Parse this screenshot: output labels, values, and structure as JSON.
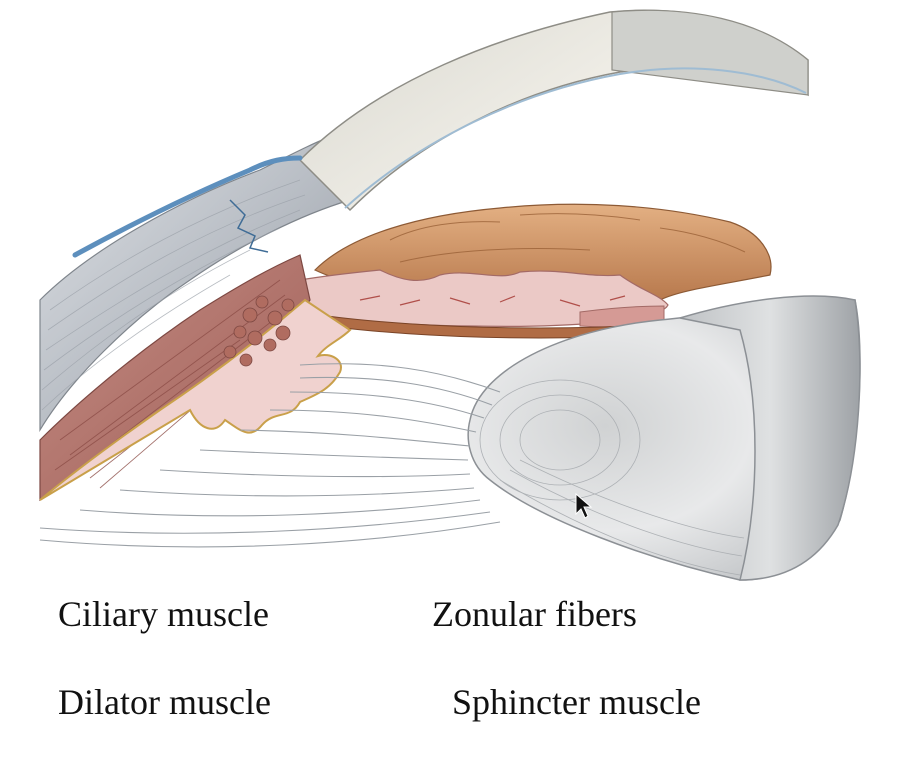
{
  "labels": {
    "ciliary_muscle": "Ciliary muscle",
    "zonular_fibers": "Zonular fibers",
    "dilator_muscle": "Dilator muscle",
    "sphincter_muscle": "Sphincter muscle"
  },
  "colors": {
    "background": "#ffffff",
    "label_text": "#111111",
    "sclera": "#c9ccd2",
    "cornea": "#e6e4dc",
    "ciliary_muscle": "#b97a72",
    "iris_stroma": "#e9c7c4",
    "iris_pigment": "#c98b5f",
    "lens": "#d7d9da",
    "zonule_line": "#9aa0a6",
    "vessel": "#5d8fbd"
  }
}
